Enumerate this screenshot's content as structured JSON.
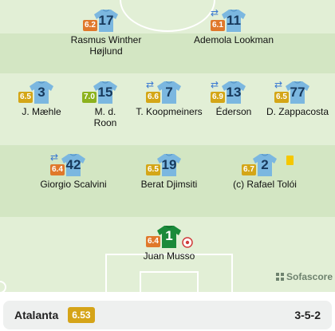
{
  "team": {
    "name": "Atalanta",
    "rating": "6.53",
    "formation": "3-5-2"
  },
  "brand": {
    "name": "Sofascore"
  },
  "colors": {
    "shirt": "#7bb7e0",
    "shirt_number": "#17395c",
    "goalkeeper_shirt": "#1a8a3a",
    "rating_orange": "#e0782b",
    "rating_green": "#8cb21d",
    "rating_yellow": "#d4a617",
    "team_rating_bg": "#d5a418",
    "sub_icon": "#3978d2",
    "yellow_card": "#f5c700"
  },
  "players": [
    {
      "name": "Rasmus Winther Højlund",
      "number": "17",
      "rating": "6.2",
      "rating_color": "#e0782b",
      "sub": false,
      "yellow_card": false,
      "own_goal": false,
      "gk": false
    },
    {
      "name": "Ademola Lookman",
      "number": "11",
      "rating": "6.1",
      "rating_color": "#e0782b",
      "sub": true,
      "yellow_card": false,
      "own_goal": false,
      "gk": false
    },
    {
      "name": "J. Mæhle",
      "number": "3",
      "rating": "6.5",
      "rating_color": "#d4a617",
      "sub": false,
      "yellow_card": false,
      "own_goal": false,
      "gk": false
    },
    {
      "name": "M. d. Roon",
      "number": "15",
      "rating": "7.0",
      "rating_color": "#8cb21d",
      "sub": false,
      "yellow_card": false,
      "own_goal": false,
      "gk": false
    },
    {
      "name": "T. Koopmeiners",
      "number": "7",
      "rating": "6.6",
      "rating_color": "#d4a617",
      "sub": true,
      "yellow_card": false,
      "own_goal": false,
      "gk": false
    },
    {
      "name": "Éderson",
      "number": "13",
      "rating": "6.9",
      "rating_color": "#d4a617",
      "sub": true,
      "yellow_card": false,
      "own_goal": false,
      "gk": false
    },
    {
      "name": "D. Zappacosta",
      "number": "77",
      "rating": "6.5",
      "rating_color": "#d4a617",
      "sub": true,
      "yellow_card": false,
      "own_goal": false,
      "gk": false
    },
    {
      "name": "Giorgio Scalvini",
      "number": "42",
      "rating": "6.4",
      "rating_color": "#e0782b",
      "sub": true,
      "yellow_card": false,
      "own_goal": false,
      "gk": false
    },
    {
      "name": "Berat Djimsiti",
      "number": "19",
      "rating": "6.5",
      "rating_color": "#d4a617",
      "sub": false,
      "yellow_card": false,
      "own_goal": false,
      "gk": false
    },
    {
      "name": "(c) Rafael Tolói",
      "number": "2",
      "rating": "6.7",
      "rating_color": "#d4a617",
      "sub": false,
      "yellow_card": true,
      "own_goal": false,
      "gk": false
    },
    {
      "name": "Juan Musso",
      "number": "1",
      "rating": "6.4",
      "rating_color": "#e0782b",
      "sub": false,
      "yellow_card": false,
      "own_goal": true,
      "gk": true
    }
  ]
}
